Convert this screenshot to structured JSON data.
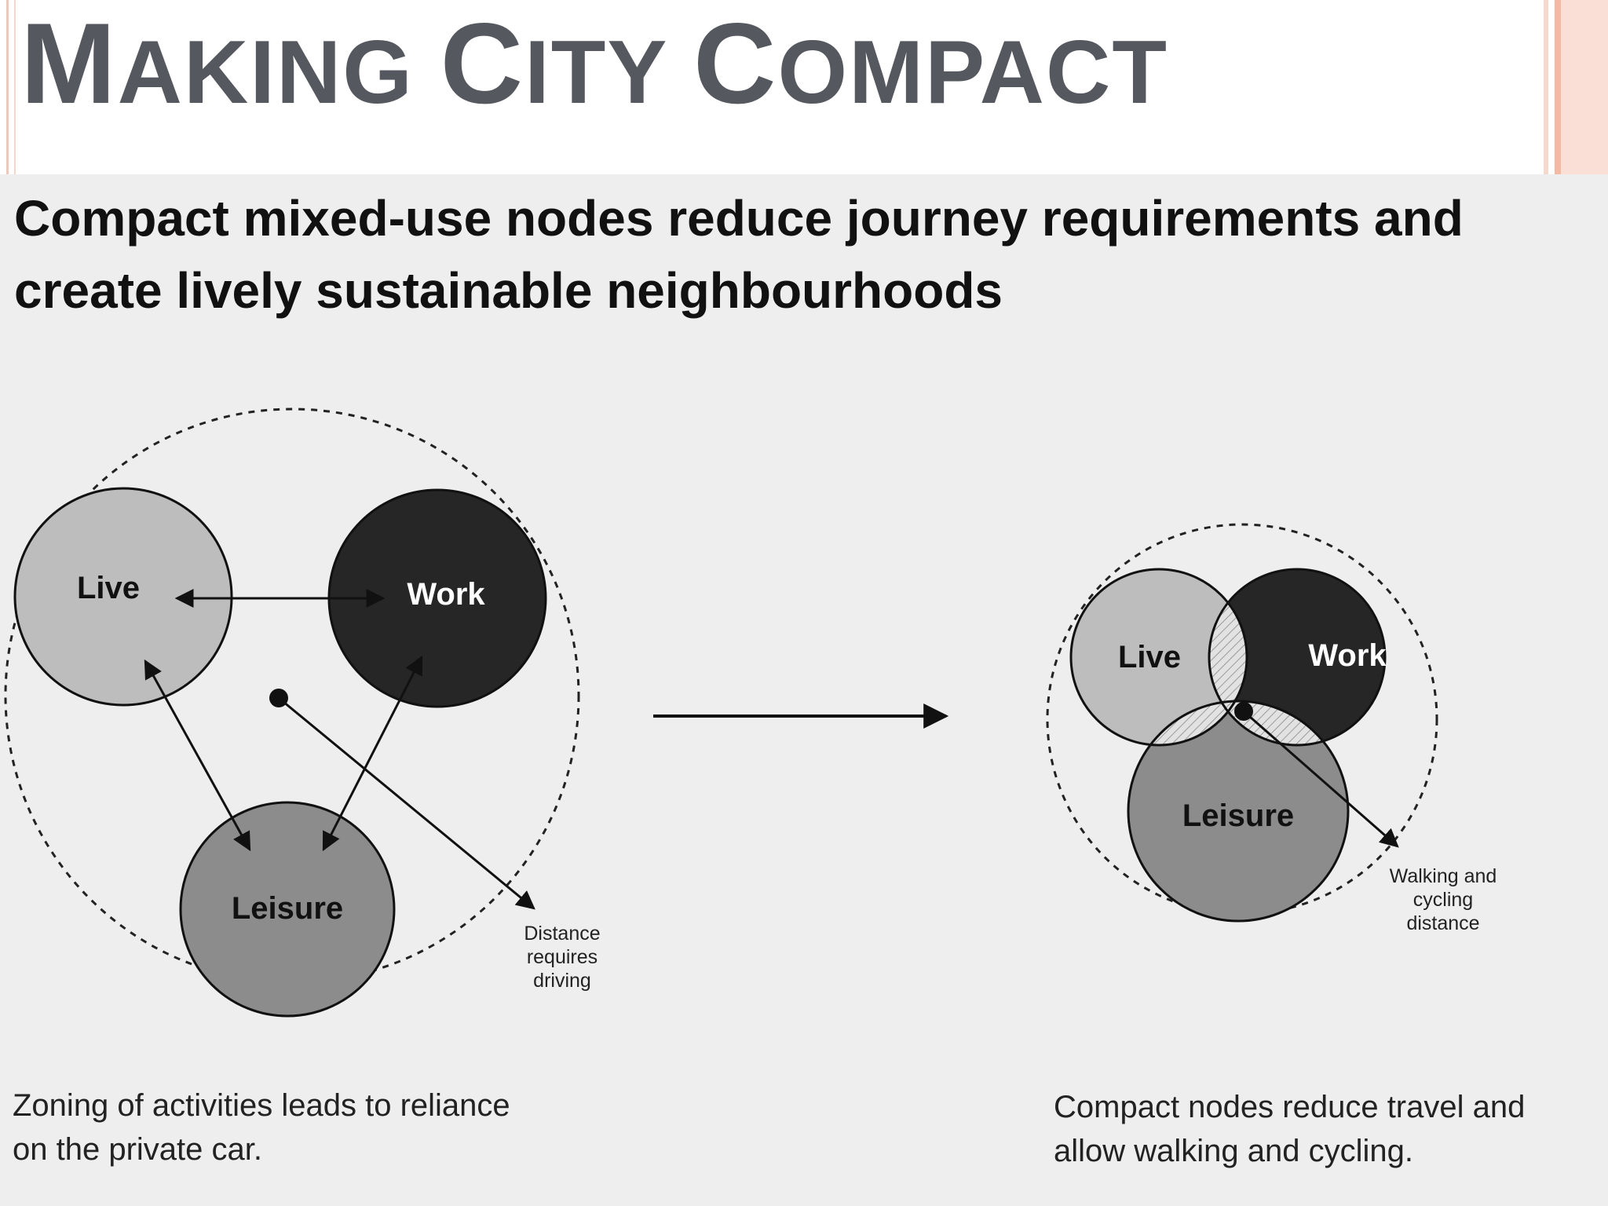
{
  "slide": {
    "title_parts": [
      {
        "text": "M",
        "size": "big"
      },
      {
        "text": "AKING ",
        "size": "small"
      },
      {
        "text": "C",
        "size": "big"
      },
      {
        "text": "ITY ",
        "size": "small"
      },
      {
        "text": "C",
        "size": "big"
      },
      {
        "text": "OMPACT",
        "size": "small"
      }
    ]
  },
  "figure": {
    "heading_line1": "Compact mixed-use nodes reduce journey requirements and",
    "heading_line2": "create lively sustainable neighbourhoods",
    "left_diagram": {
      "nodes": {
        "live": "Live",
        "work": "Work",
        "leisure": "Leisure"
      },
      "annotation": [
        "Distance",
        "requires",
        "driving"
      ],
      "caption_line1": "Zoning of activities leads to reliance",
      "caption_line2": "on the private car."
    },
    "right_diagram": {
      "nodes": {
        "live": "Live",
        "work": "Work",
        "leisure": "Leisure"
      },
      "annotation": [
        "Walking and",
        "cycling",
        "distance"
      ],
      "caption_line1": "Compact nodes reduce travel and",
      "caption_line2": "allow walking and cycling."
    },
    "colors": {
      "live_fill": "#bdbdbd",
      "work_fill": "#262626",
      "leisure_fill": "#8c8c8c",
      "title_color": "#55585e",
      "accent_peach": "#f4b9a2"
    }
  }
}
